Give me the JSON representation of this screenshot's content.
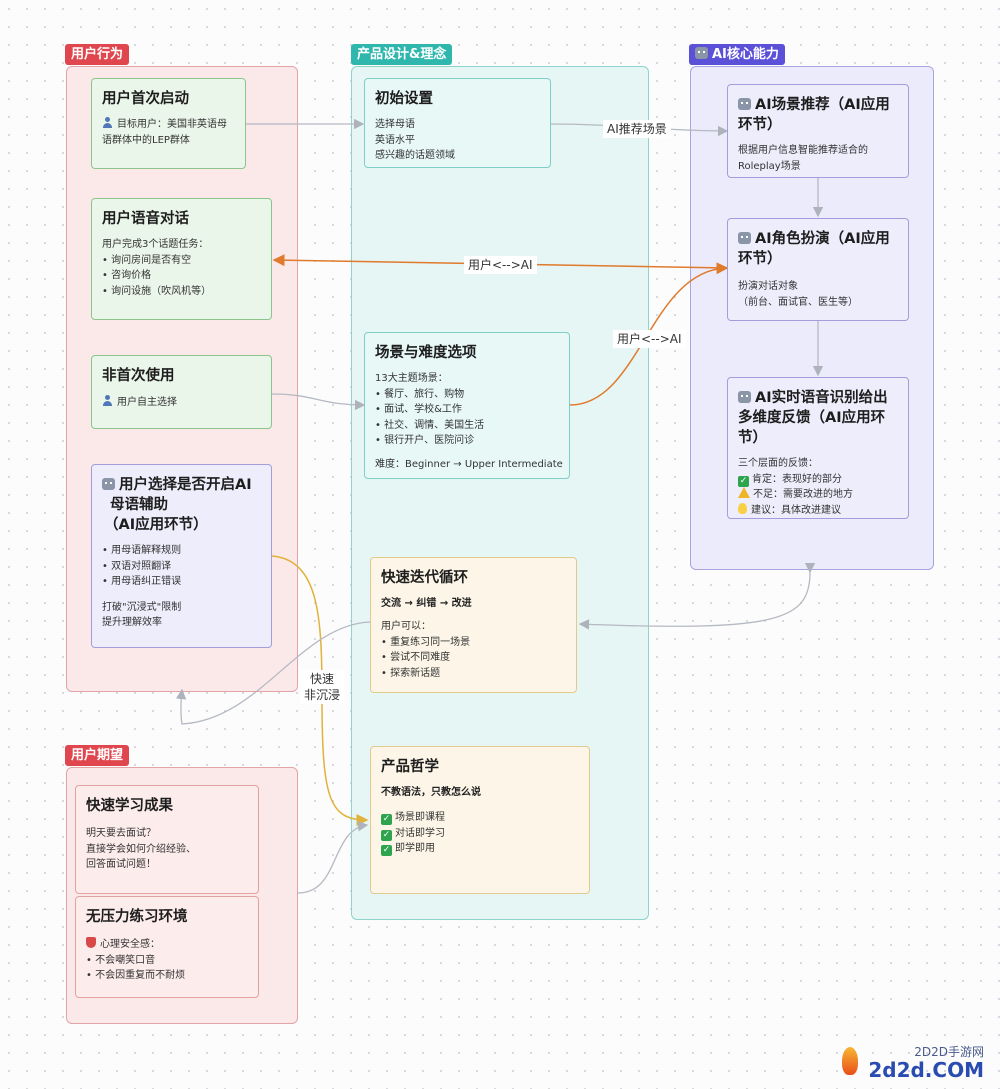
{
  "groups": {
    "behavior": "用户行为",
    "product": "产品设计&理念",
    "ai": "AI核心能力",
    "expect": "用户期望"
  },
  "nodes": {
    "first_launch": {
      "title": "用户首次启动",
      "line1": "目标用户：美国非英语母",
      "line2": "语群体中的LEP群体"
    },
    "voice_chat": {
      "title": "用户语音对话",
      "intro": "用户完成3个话题任务：",
      "items": [
        "询问房间是否有空",
        "咨询价格",
        "询问设施（吹风机等）"
      ]
    },
    "repeat_use": {
      "title": "非首次使用",
      "line1": "用户自主选择"
    },
    "native_assist": {
      "title_l1": "用户选择是否开启AI",
      "title_l2": "母语辅助",
      "title_l3": "（AI应用环节）",
      "items": [
        "用母语解释规则",
        "双语对照翻译",
        "用母语纠正错误"
      ],
      "note1": "打破\"沉浸式\"限制",
      "note2": "提升理解效率"
    },
    "initial_setup": {
      "title": "初始设置",
      "items": [
        "选择母语",
        "英语水平",
        "感兴趣的话题领域"
      ]
    },
    "scene_difficulty": {
      "title": "场景与难度选项",
      "intro": "13大主题场景：",
      "items": [
        "餐厅、旅行、购物",
        "面试、学校&工作",
        "社交、调情、美国生活",
        "银行开户、医院问诊"
      ],
      "difficulty": "难度：Beginner → Upper Intermediate"
    },
    "iteration": {
      "title": "快速迭代循环",
      "sub": "交流 → 纠错 → 改进",
      "intro": "用户可以：",
      "items": [
        "重复练习同一场景",
        "尝试不同难度",
        "探索新话题"
      ]
    },
    "philosophy": {
      "title": "产品哲学",
      "sub": "不教语法，只教怎么说",
      "items": [
        "场景即课程",
        "对话即学习",
        "即学即用"
      ]
    },
    "ai_recommend": {
      "title_l1": "AI场景推荐（AI应用",
      "title_l2": "环节）",
      "line1": "根据用户信息智能推荐适合的",
      "line2": "Roleplay场景"
    },
    "ai_roleplay": {
      "title_l1": "AI角色扮演（AI应用",
      "title_l2": "环节）",
      "line1": "扮演对话对象",
      "line2": "（前台、面试官、医生等）"
    },
    "ai_feedback": {
      "title_l1": "AI实时语音识别给出",
      "title_l2": "多维度反馈（AI应用环",
      "title_l3": "节）",
      "intro": "三个层面的反馈：",
      "good": "肯定：表现好的部分",
      "lack": "不足：需要改进的地方",
      "advice": "建议：具体改进建议"
    },
    "fast_result": {
      "title": "快速学习成果",
      "line1": "明天要去面试？",
      "line2": "直接学会如何介绍经验、",
      "line3": "回答面试问题！"
    },
    "no_pressure": {
      "title": "无压力练习环境",
      "intro": "心理安全感：",
      "items": [
        "不会嘲笑口音",
        "不会因重复而不耐烦"
      ]
    }
  },
  "edge_labels": {
    "recommend": "AI推荐场景",
    "user_ai_1": "用户<-->AI",
    "user_ai_2": "用户<-->AI",
    "fast_l1": "快速",
    "fast_l2": "非沉浸"
  },
  "watermark": {
    "small": "2D2D手游网",
    "big": "2d2d.COM"
  },
  "colors": {
    "red": "#e0464e",
    "teal": "#2fb6ad",
    "purple": "#5b51d8",
    "orange_edge": "#e07a2c",
    "gold_edge": "#e0b23a",
    "gray_edge": "#b5b9c2"
  }
}
